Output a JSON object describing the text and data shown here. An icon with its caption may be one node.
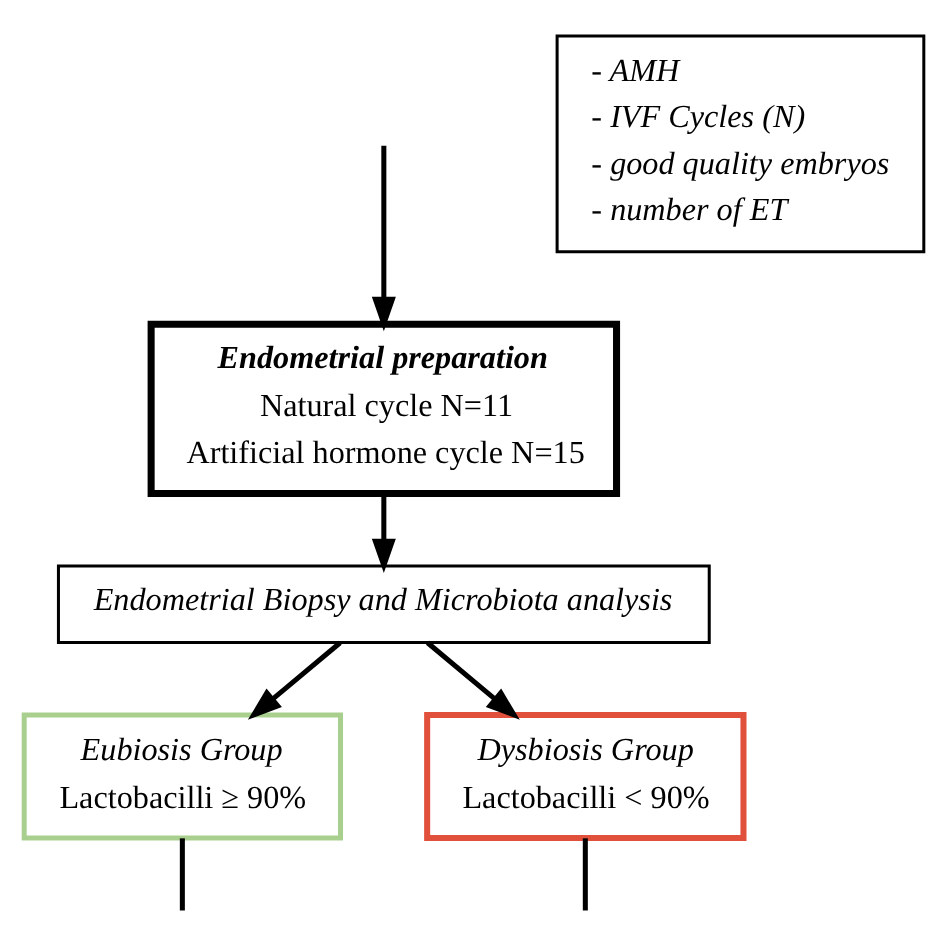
{
  "diagram": {
    "nodes": [
      {
        "text": [
          "- AMH",
          "- IVF Cycles (N)",
          "- good quality embryos",
          "- number of ET"
        ]
      },
      {
        "text": [
          "Endometrial preparation",
          "Natural cycle N=11",
          "Artificial hormone cycle N=15"
        ]
      },
      {
        "text": [
          "Endometrial Biopsy and Microbiota analysis"
        ]
      },
      {
        "text": [
          "Eubiosis Group",
          "Lactobacilli ≥ 90%"
        ]
      },
      {
        "text": [
          "Dysbiosis Group",
          "Lactobacilli < 90%"
        ]
      }
    ],
    "edges": [
      {
        "from": null,
        "to": 1,
        "arrow": "to"
      },
      {
        "from": 1,
        "to": 2,
        "arrow": "to"
      },
      {
        "from": 2,
        "to": 3,
        "arrow": "to"
      },
      {
        "from": 2,
        "to": 4,
        "arrow": "to"
      },
      {
        "from": 3,
        "to": null,
        "arrow": "none"
      },
      {
        "from": 4,
        "to": null,
        "arrow": "none"
      }
    ]
  }
}
